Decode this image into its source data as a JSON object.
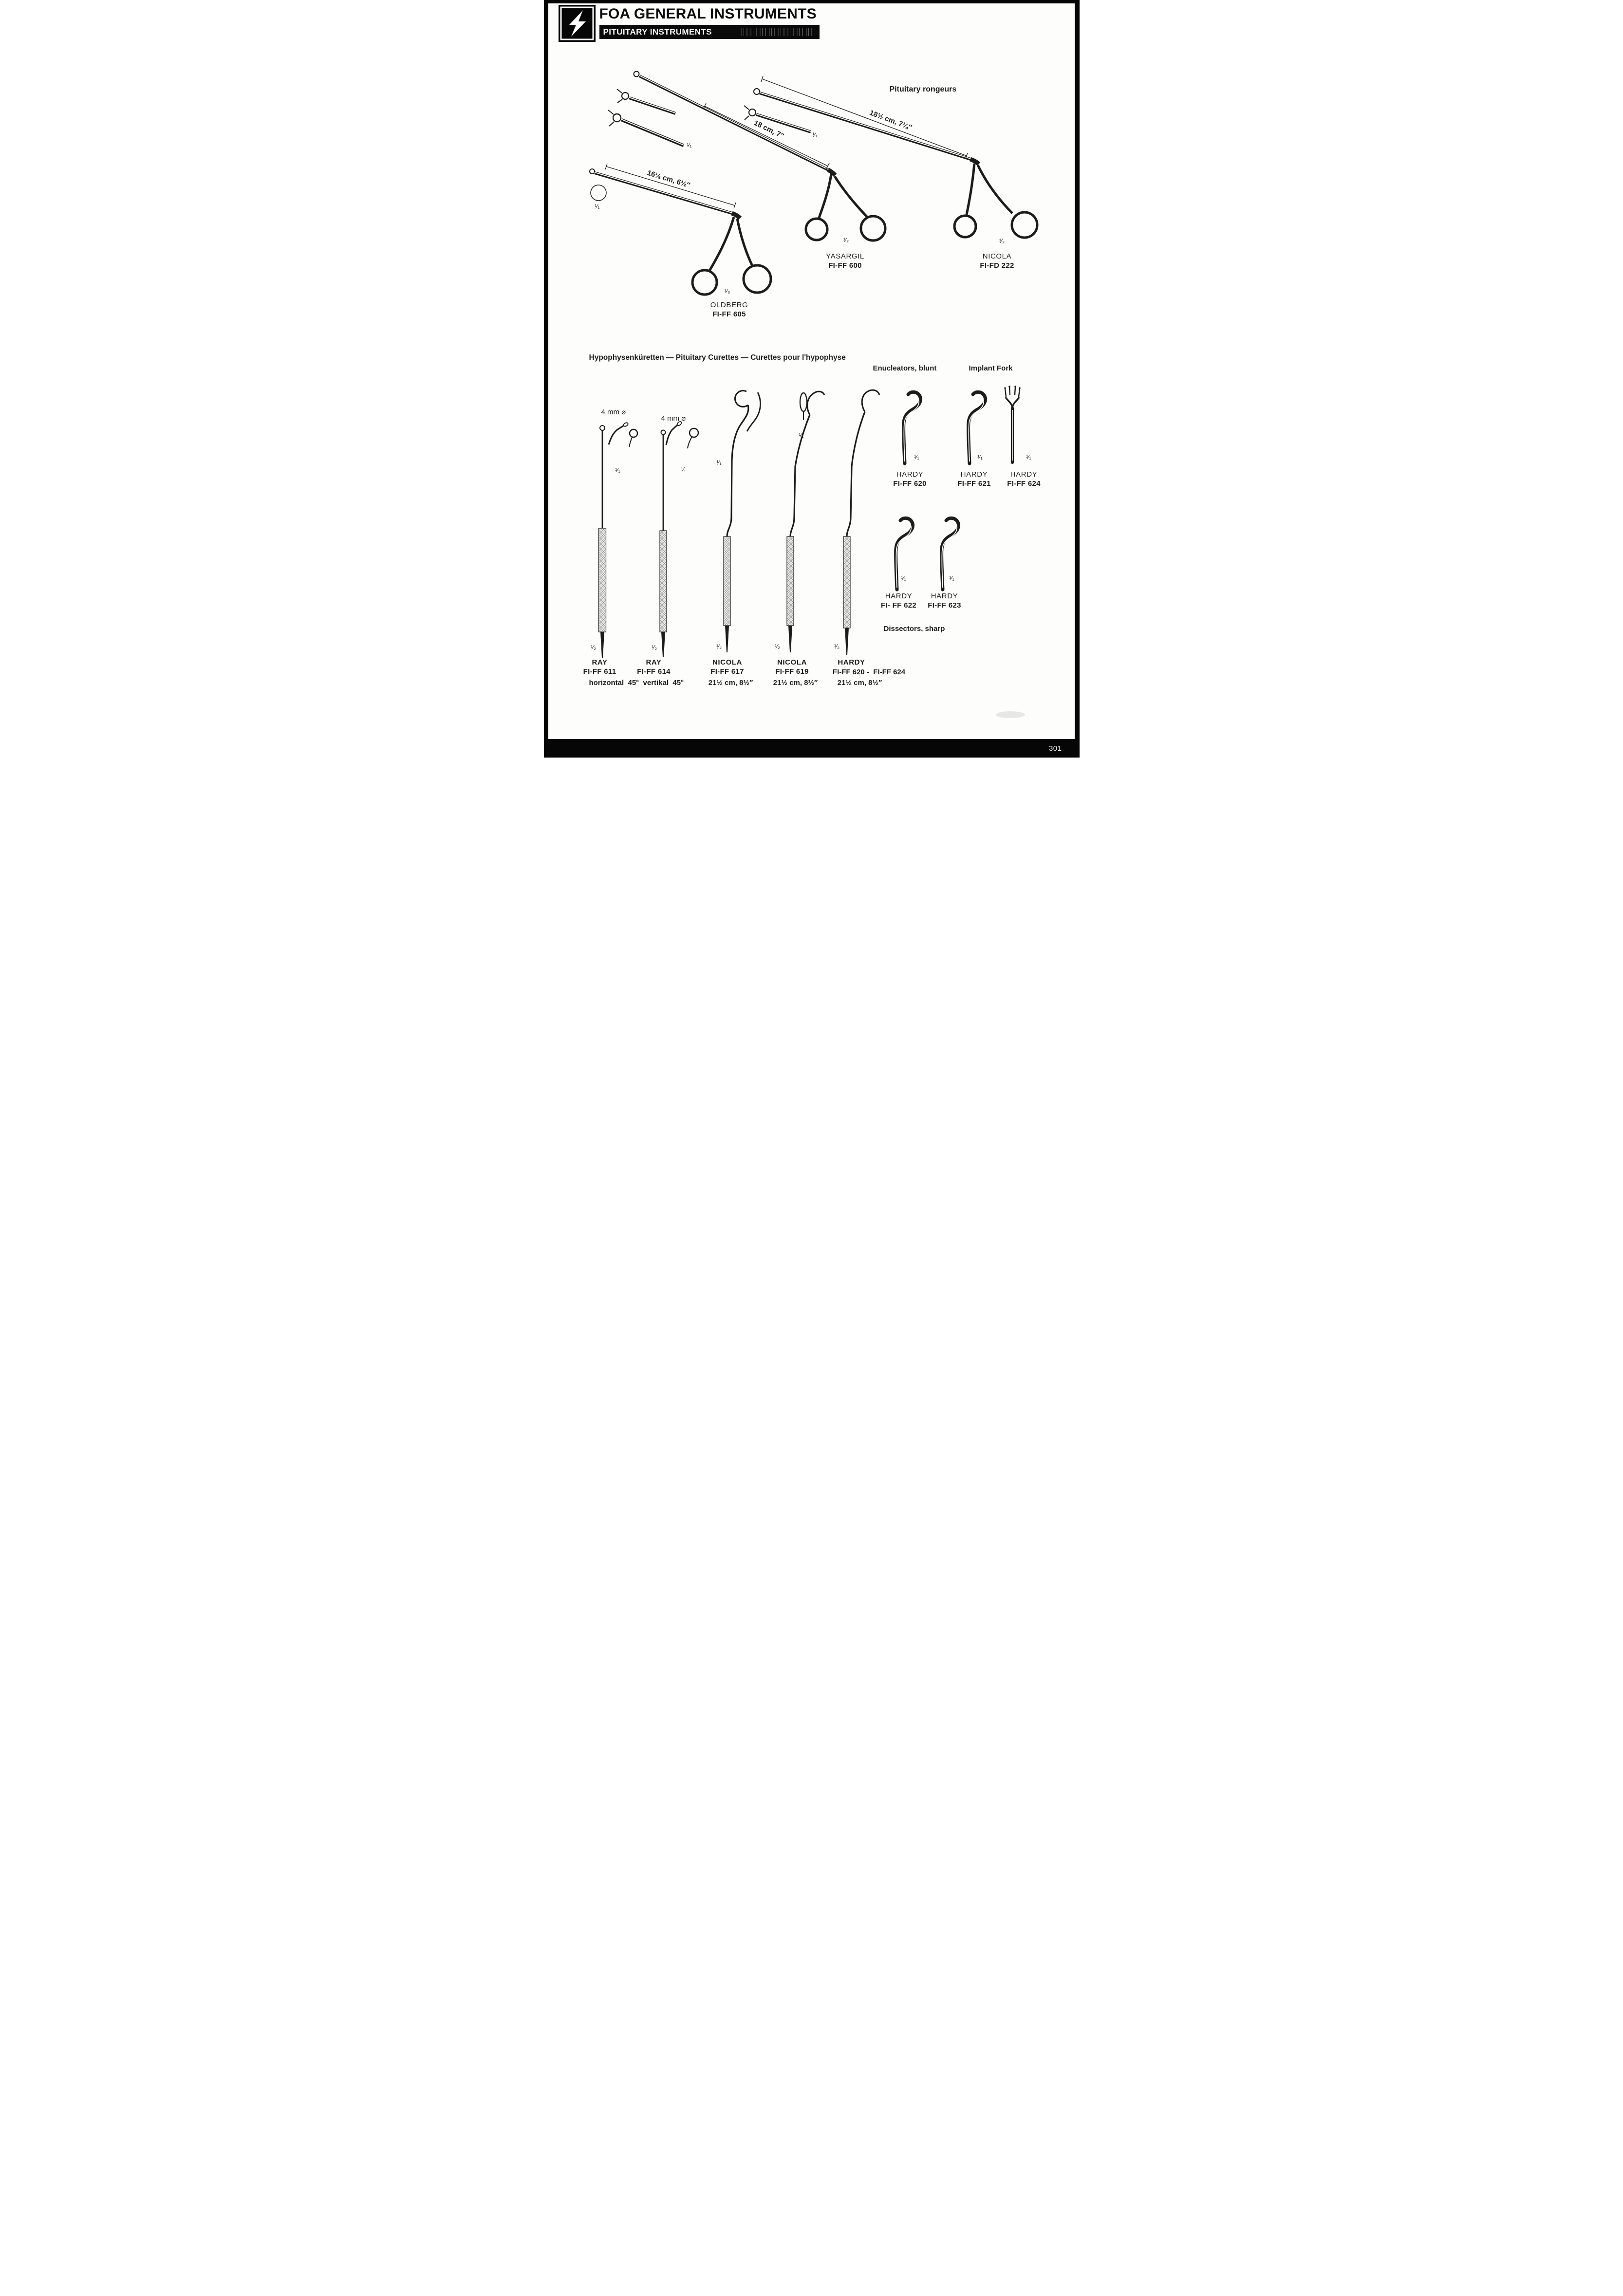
{
  "header": {
    "title": "FOA GENERAL INSTRUMENTS",
    "subtitle": "PITUITARY INSTRUMENTS"
  },
  "rongeurs": {
    "caption": "Pituitary rongeurs",
    "dimensions": {
      "yasargil": "18 cm, 7″",
      "nicola": "18½ cm, 7¼″",
      "oldberg": "16½ cm, 6½″"
    },
    "scale_marks": {
      "detached_tips": "¹⁄₁",
      "nicola_tip": "¹⁄₁",
      "cross_section": "¹⁄₁",
      "yasargil": "¹⁄₂",
      "nicola": "¹⁄₂",
      "oldberg": "¹⁄₃"
    },
    "instruments": [
      {
        "name": "YASARGIL",
        "code": "FI-FF 600"
      },
      {
        "name": "NICOLA",
        "code": "FI-FD 222"
      },
      {
        "name": "OLDBERG",
        "code": "FI-FF 605"
      }
    ]
  },
  "curettes": {
    "heading": "Hypophysenküretten — Pituitary Curettes — Curettes pour l'hypophyse",
    "enucleators_caption": "Enucleators, blunt",
    "implant_fork_caption": "Implant Fork",
    "dissectors_caption": "Dissectors, sharp",
    "diameter_label_1": "4 mm ⌀",
    "diameter_label_2": "4 mm ⌀",
    "scale_marks": {
      "ray611_detail": "¹⁄₁",
      "ray614_detail": "¹⁄₁",
      "nicola617_detail": "¹⁄₁",
      "nicola619_detail": "¹⁄₁",
      "hardy620": "¹⁄₁",
      "hardy621": "¹⁄₁",
      "hardy624": "¹⁄₁",
      "hardy622": "¹⁄₁",
      "hardy623": "¹⁄₁",
      "ray611": "¹⁄₂",
      "ray614": "¹⁄₂",
      "nicola617": "¹⁄₂",
      "nicola619": "¹⁄₂",
      "hardy620_624": "¹⁄₂"
    },
    "enucleators": [
      {
        "name": "HARDY",
        "code": "FI-FF 620"
      },
      {
        "name": "HARDY",
        "code": "FI-FF 621"
      },
      {
        "name": "HARDY",
        "code": "FI-FF 624"
      },
      {
        "name": "HARDY",
        "code": "FI- FF 622"
      },
      {
        "name": "HARDY",
        "code": "FI-FF 623"
      }
    ],
    "catalog": [
      {
        "name": "RAY",
        "code": "FI-FF 611"
      },
      {
        "name": "RAY",
        "code": "FI-FF 614"
      },
      {
        "name": "NICOLA",
        "code": "FI-FF 617",
        "size": "21½ cm, 8½″"
      },
      {
        "name": "NICOLA",
        "code": "FI-FF 619",
        "size": "21½ cm, 8½″"
      },
      {
        "name": "HARDY",
        "code": "FI-FF 620 -  FI-FF 624",
        "size": "21½ cm, 8½″"
      }
    ],
    "ray_variants": "horizontal  45°  vertikal  45°"
  },
  "footer": {
    "page_number": "301"
  }
}
